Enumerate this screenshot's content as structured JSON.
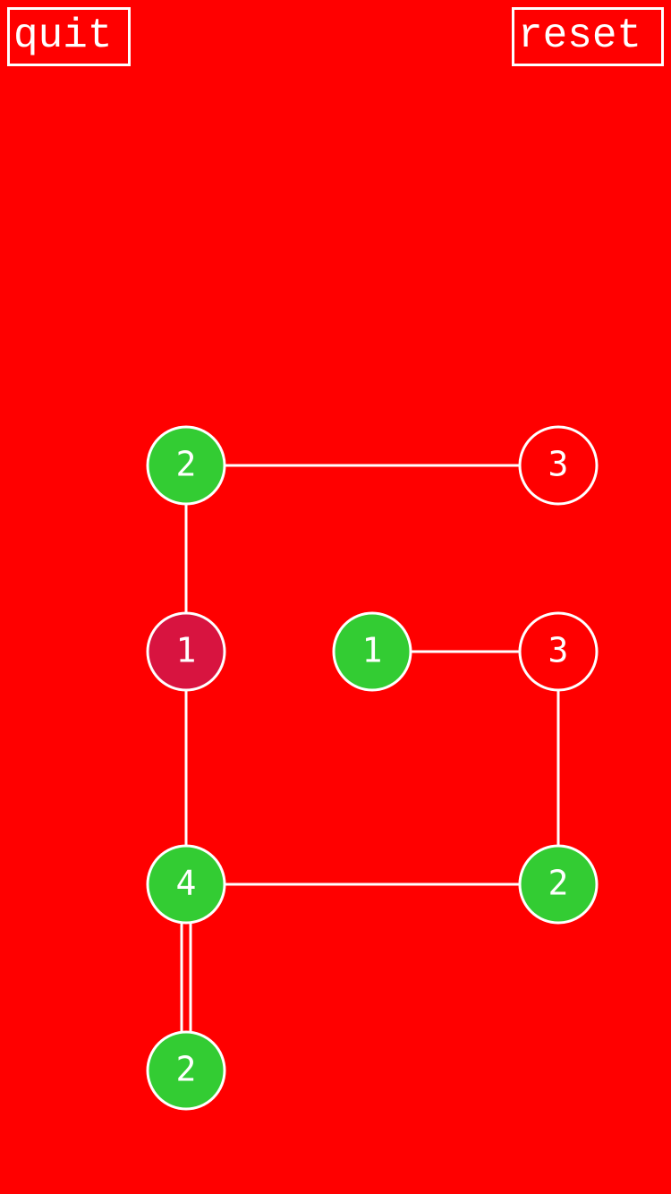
{
  "buttons": {
    "quit_label": "quit",
    "reset_label": "reset"
  },
  "colors": {
    "background": "#ff0000",
    "node_complete": "#33cc33",
    "node_selected": "#d81440",
    "node_incomplete": "#ff0000",
    "stroke": "#ffffff"
  },
  "islands": [
    {
      "id": "a",
      "number": "2",
      "state": "complete"
    },
    {
      "id": "b",
      "number": "3",
      "state": "incomplete"
    },
    {
      "id": "c",
      "number": "1",
      "state": "selected"
    },
    {
      "id": "d",
      "number": "1",
      "state": "complete"
    },
    {
      "id": "e",
      "number": "3",
      "state": "incomplete"
    },
    {
      "id": "f",
      "number": "4",
      "state": "complete"
    },
    {
      "id": "g",
      "number": "2",
      "state": "complete"
    },
    {
      "id": "h",
      "number": "2",
      "state": "complete"
    }
  ],
  "bridges": [
    {
      "from": "a",
      "to": "b",
      "count": 1
    },
    {
      "from": "a",
      "to": "c",
      "count": 1
    },
    {
      "from": "c",
      "to": "f",
      "count": 1
    },
    {
      "from": "d",
      "to": "e",
      "count": 1
    },
    {
      "from": "e",
      "to": "g",
      "count": 1
    },
    {
      "from": "f",
      "to": "g",
      "count": 1
    },
    {
      "from": "f",
      "to": "h",
      "count": 2
    }
  ]
}
